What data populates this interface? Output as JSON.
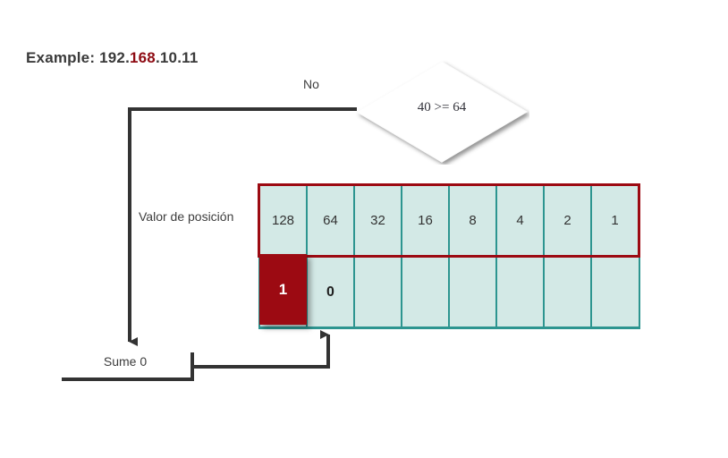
{
  "title": {
    "prefix": "Example: 192.",
    "highlight": "168",
    "suffix": ".10.11",
    "highlight_color": "#8e0b13"
  },
  "decision": {
    "text": "40 >= 64",
    "branch_label": "No"
  },
  "table": {
    "caption": "Valor de posición",
    "place_values": [
      "128",
      "64",
      "32",
      "16",
      "8",
      "4",
      "2",
      "1"
    ],
    "bits": [
      "1",
      "0",
      "",
      "",
      "",
      "",
      "",
      ""
    ],
    "highlighted_index": 0,
    "highlighted_value": "1",
    "cell_fill": "#d3e9e6",
    "grid_color": "#2d9590",
    "accent_color": "#9c0a12"
  },
  "sum_node": {
    "label": "Sume 0"
  }
}
